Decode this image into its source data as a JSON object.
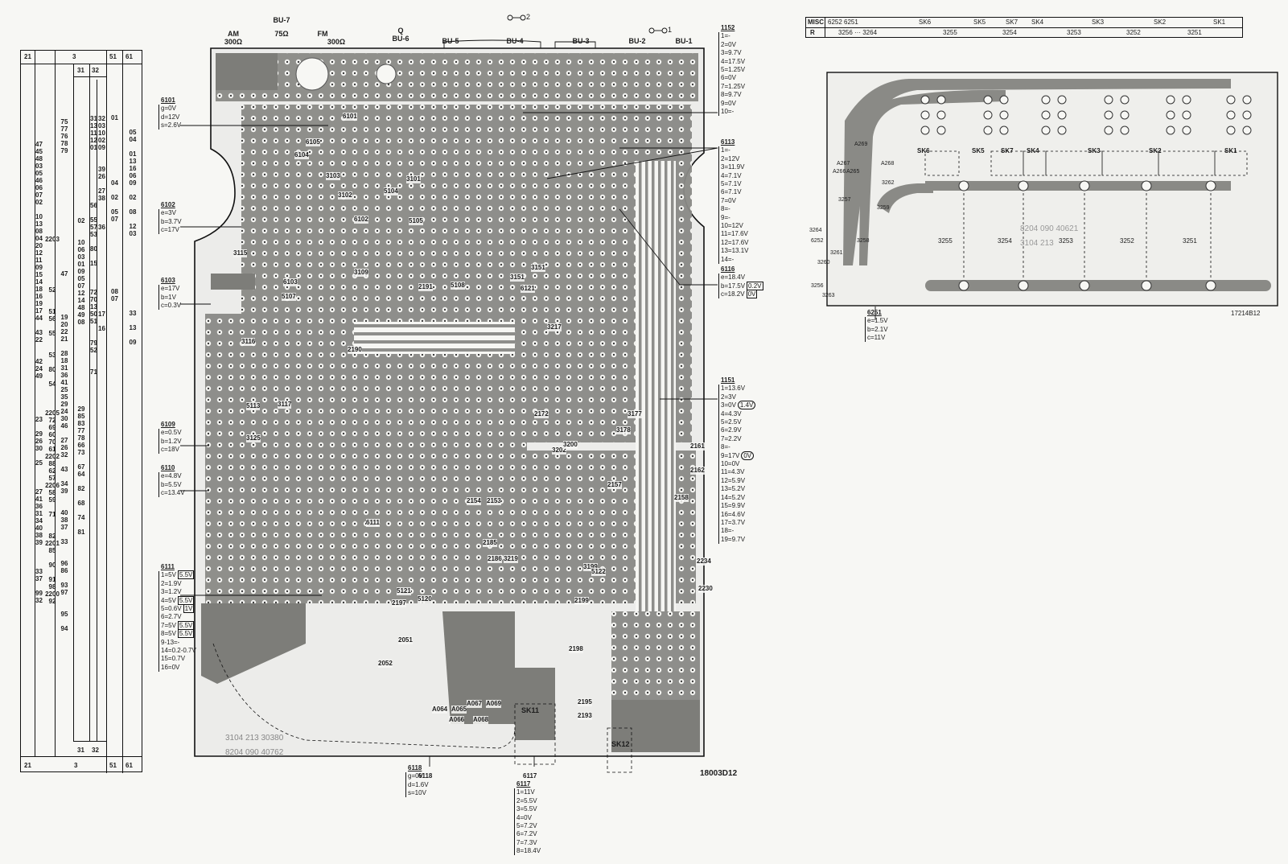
{
  "index_table": {
    "header": [
      "21",
      "3",
      "51",
      "61"
    ],
    "sub_header": [
      "31",
      "32"
    ],
    "footer": [
      "21",
      "3",
      "31",
      "32",
      "51",
      "61"
    ],
    "col_21": "47\n45\n48\n03\n05\n46\n06\n07\n02\n\n10\n13\n08\n04\n20\n12\n11\n09\n15\n14\n18\n16\n19\n17\n44\n\n43\n22\n\n\n42\n24\n49\n\n\n\n\n\n23\n\n29\n26\n30\n\n25\n\n\n\n27\n41\n36\n31\n34\n40\n38\n39\n\n\n\n33\n37\n\n99\n32",
    "col_22": "\n\n\n\n\n\n2203\n\n\n\n\n\n\n52\n\n\n51\n56\n\n55\n\n\n53\n\n80\n\n54\n\n\n\n2205\n72\n69\n60\n70\n61\n2202\n88\n62\n57\n2206\n58\n59\n\n71\n\n\n82\n2201\n85\n\n90\n\n91\n98\n2200\n92",
    "col_3a": "75\n77\n76\n78\n79\n\n\n\n\n\n\n\n\n\n\n\n\n\n\n\n\n47\n\n\n\n\n\n19\n20\n22\n21\n\n28\n18\n31\n36\n41\n25\n35\n29\n24\n30\n46\n\n27\n26\n32\n\n43\n\n34\n39\n\n\n40\n38\n37\n\n33\n\n\n96\n86\n\n93\n97\n\n\n95\n\n94",
    "col_3b": "\n\n\n\n\n02\n\n\n10\n06\n03\n01\n09\n05\n07\n12\n14\n48\n49\n08\n\n\n\n\n\n\n\n\n\n\n\n29\n85\n83\n77\n78\n66\n73\n\n67\n64\n\n82\n\n68\n\n74\n\n81",
    "col_31": "31\n13\n11\n12\n01\n\n\n\n\n\n\n\n56\n\n55\n57\n53\n\n80\n\n15\n\n\n\n72\n70\n13\n50\n51\n\n\n79\n52\n\n\n71",
    "col_32": "32\n03\n10\n02\n09\n\n\n39\n26\n\n27\n38\n\n\n\n36\n\n\n\n\n\n\n\n\n\n\n\n17\n\n16",
    "col_51": "\n01\n\n\n\n\n\n\n\n\n04\n\n02\n\n05\n07\n\n\n\n\n\n\n\n\n\n08\n07",
    "col_61": "\n\n\n05\n04\n\n01\n13\n16\n06\n09\n\n02\n\n08\n\n12\n03\n\n\n\n\n\n\n\n\n\n\n33\n\n13\n\n09"
  },
  "board": {
    "connectors": [
      {
        "name": "AM",
        "value": "300Ω"
      },
      {
        "name": "BU-7",
        "value": "75Ω"
      },
      {
        "name": "FM",
        "value": "300Ω"
      },
      {
        "name": "Q",
        "value": "BU-6"
      },
      {
        "name": "BU-5",
        "value": ""
      },
      {
        "name": "BU-4",
        "value": ""
      },
      {
        "name": "BU-3",
        "value": ""
      },
      {
        "name": "BU-2",
        "value": ""
      },
      {
        "name": "BU-1",
        "value": ""
      }
    ],
    "top_marks": [
      "2",
      "1"
    ],
    "board_print": [
      "3104 213 30380",
      "8204 090 40762"
    ],
    "drawing_no": "18003D12",
    "sk_labels": [
      "SK11",
      "SK12"
    ],
    "component_labels": [
      "6101",
      "3103",
      "6104",
      "6105",
      "3101",
      "5104",
      "3109",
      "3102",
      "6102",
      "5105",
      "6103",
      "3115",
      "3116",
      "5113",
      "3117",
      "3125",
      "6111",
      "3199",
      "2190",
      "2191",
      "3151",
      "6121",
      "2199",
      "5122",
      "3219",
      "3217",
      "2185",
      "2186",
      "2197",
      "2198",
      "5120",
      "5121",
      "6117",
      "6118",
      "2051",
      "2052",
      "A064",
      "A065",
      "A066",
      "A067",
      "A068",
      "A069",
      "2234",
      "2230",
      "2161",
      "2162",
      "3151",
      "2172",
      "3202",
      "3200",
      "2195",
      "2193",
      "3177",
      "3178",
      "2158",
      "5108",
      "5107",
      "2154",
      "2153",
      "2157"
    ]
  },
  "left_lists": [
    {
      "id": "6101",
      "rows": [
        {
          "t": "g=0V"
        },
        {
          "t": "d=12V"
        },
        {
          "t": "s=2.6V"
        }
      ]
    },
    {
      "id": "6102",
      "rows": [
        {
          "t": "e=3V"
        },
        {
          "t": "b=3.7V"
        },
        {
          "t": "c=17V"
        }
      ]
    },
    {
      "id": "6103",
      "rows": [
        {
          "t": "e=17V"
        },
        {
          "t": "b=1V"
        },
        {
          "t": "c=0.3V"
        }
      ]
    },
    {
      "id": "6109",
      "rows": [
        {
          "t": "e=0.5V"
        },
        {
          "t": "b=1.2V"
        },
        {
          "t": "c=18V"
        }
      ]
    },
    {
      "id": "6110",
      "rows": [
        {
          "t": "e=4.8V"
        },
        {
          "t": "b=5.5V"
        },
        {
          "t": "c=13.4V"
        }
      ]
    },
    {
      "id": "6111",
      "rows": [
        {
          "t": "1=5V",
          "box": "5.5V"
        },
        {
          "t": "2=1.9V"
        },
        {
          "t": "3=1.2V"
        },
        {
          "t": "4=5V",
          "box": "5.5V"
        },
        {
          "t": "5=0.6V",
          "box": "1V"
        },
        {
          "t": "6=2.7V"
        },
        {
          "t": "7=5V",
          "box": "5.5V"
        },
        {
          "t": "8=5V",
          "box": "5.5V"
        },
        {
          "t": "9-13=-"
        },
        {
          "t": "14=0.2-0.7V"
        },
        {
          "t": "15=0.7V"
        },
        {
          "t": "16=0V"
        }
      ]
    }
  ],
  "right_lists": [
    {
      "id": "1152",
      "rows": [
        {
          "t": "1=-"
        },
        {
          "t": "2=0V"
        },
        {
          "t": "3=9.7V"
        },
        {
          "t": "4=17.5V"
        },
        {
          "t": "5=1.25V"
        },
        {
          "t": "6=0V"
        },
        {
          "t": "7=1.25V"
        },
        {
          "t": "8=9.7V"
        },
        {
          "t": "9=0V"
        },
        {
          "t": "10=-"
        }
      ]
    },
    {
      "id": "6113",
      "rows": [
        {
          "t": "1=-"
        },
        {
          "t": "2=12V"
        },
        {
          "t": "3=11.9V"
        },
        {
          "t": "4=7.1V"
        },
        {
          "t": "5=7.1V"
        },
        {
          "t": "6=7.1V"
        },
        {
          "t": "7=0V"
        },
        {
          "t": "8=-"
        },
        {
          "t": "9=-"
        },
        {
          "t": "10=12V"
        },
        {
          "t": "11=17.6V"
        },
        {
          "t": "12=17.6V"
        },
        {
          "t": "13=13.1V"
        },
        {
          "t": "14=-"
        }
      ]
    },
    {
      "id": "6116",
      "rows": [
        {
          "t": "e=18.4V"
        },
        {
          "t": "b=17.5V",
          "box": "0.2V"
        },
        {
          "t": "c=18.2V",
          "box": "0V"
        }
      ]
    },
    {
      "id": "1151",
      "rows": [
        {
          "t": "1=13.6V"
        },
        {
          "t": "2=3V"
        },
        {
          "t": "3=0V",
          "circle": "1.4V"
        },
        {
          "t": "4=4.3V"
        },
        {
          "t": "5=2.5V"
        },
        {
          "t": "6=2.9V"
        },
        {
          "t": "7=2.2V"
        },
        {
          "t": "8=-"
        },
        {
          "t": "9=17V",
          "circle": "0V"
        },
        {
          "t": "10=0V"
        },
        {
          "t": "11=4.3V"
        },
        {
          "t": "12=5.9V"
        },
        {
          "t": "13=5.2V"
        },
        {
          "t": "14=5.2V"
        },
        {
          "t": "15=9.9V"
        },
        {
          "t": "16=4.6V"
        },
        {
          "t": "17=3.7V"
        },
        {
          "t": "18=-"
        },
        {
          "t": "19=9.7V"
        }
      ]
    }
  ],
  "bottom_lists": [
    {
      "id": "6118",
      "rows": [
        {
          "t": "g=0V"
        },
        {
          "t": "d=1.6V"
        },
        {
          "t": "s=10V"
        }
      ]
    },
    {
      "id": "6117",
      "rows": [
        {
          "t": "1=11V"
        },
        {
          "t": "2=5.5V"
        },
        {
          "t": "3=5.5V"
        },
        {
          "t": "4=0V"
        },
        {
          "t": "5=7.2V"
        },
        {
          "t": "6=7.2V"
        },
        {
          "t": "7=7.3V"
        },
        {
          "t": "8=18.4V"
        }
      ]
    }
  ],
  "misc_table": {
    "row1_label": "MISC",
    "row1_parts": "6252 6251",
    "row2_label": "R",
    "row2_range": "3256 ··· 3264",
    "sk_cols": [
      "SK6",
      "SK5",
      "SK7",
      "SK4",
      "SK3",
      "SK2",
      "SK1"
    ],
    "r_cols": [
      "3255",
      "3254",
      "3253",
      "3252",
      "3251"
    ]
  },
  "aux_board": {
    "sk_labels": [
      "SK6",
      "SK5",
      "SK7",
      "SK4",
      "SK3",
      "SK2",
      "SK1"
    ],
    "resistors": [
      "3255",
      "3254",
      "3253",
      "3252",
      "3251"
    ],
    "small_labels": [
      "A269",
      "A267",
      "A266",
      "A265",
      "A268",
      "3262",
      "3257",
      "3259",
      "3264",
      "6252",
      "3261",
      "3258",
      "3260",
      "3256",
      "3263"
    ],
    "print": [
      "8204 090 40621",
      "3104 213"
    ],
    "drawing_no": "17214B12",
    "list": {
      "id": "6251",
      "rows": [
        {
          "t": "e=1.5V"
        },
        {
          "t": "b=2.1V"
        },
        {
          "t": "c=11V"
        }
      ]
    }
  }
}
